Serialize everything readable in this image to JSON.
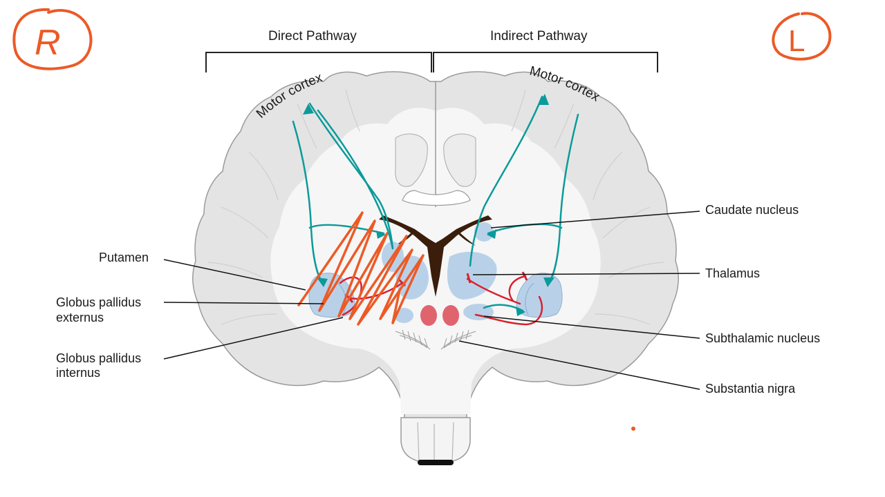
{
  "headers": {
    "direct": "Direct Pathway",
    "indirect": "Indirect Pathway"
  },
  "corner_marks": {
    "right": "R",
    "left": "L"
  },
  "cortex_labels": {
    "left_hemisphere": "Motor cortex",
    "right_hemisphere": "Motor cortex"
  },
  "labels": {
    "putamen": "Putamen",
    "gpe_line1": "Globus pallidus",
    "gpe_line2": "externus",
    "gpi_line1": "Globus pallidus",
    "gpi_line2": "internus",
    "caudate": "Caudate nucleus",
    "thalamus": "Thalamus",
    "subthalamic": "Subthalamic nucleus",
    "substantia_nigra": "Substantia nigra"
  },
  "colors": {
    "brain_fill": "#e6e6e6",
    "white_matter": "#f7f7f7",
    "nuclei": "#b9d1e8",
    "ventricle": "#3b1d0c",
    "pathway_teal": "#0b9a9a",
    "inhibitory_red": "#d8202e",
    "annotation_orange": "#ec5a26",
    "stn_pink": "#e0646e"
  }
}
